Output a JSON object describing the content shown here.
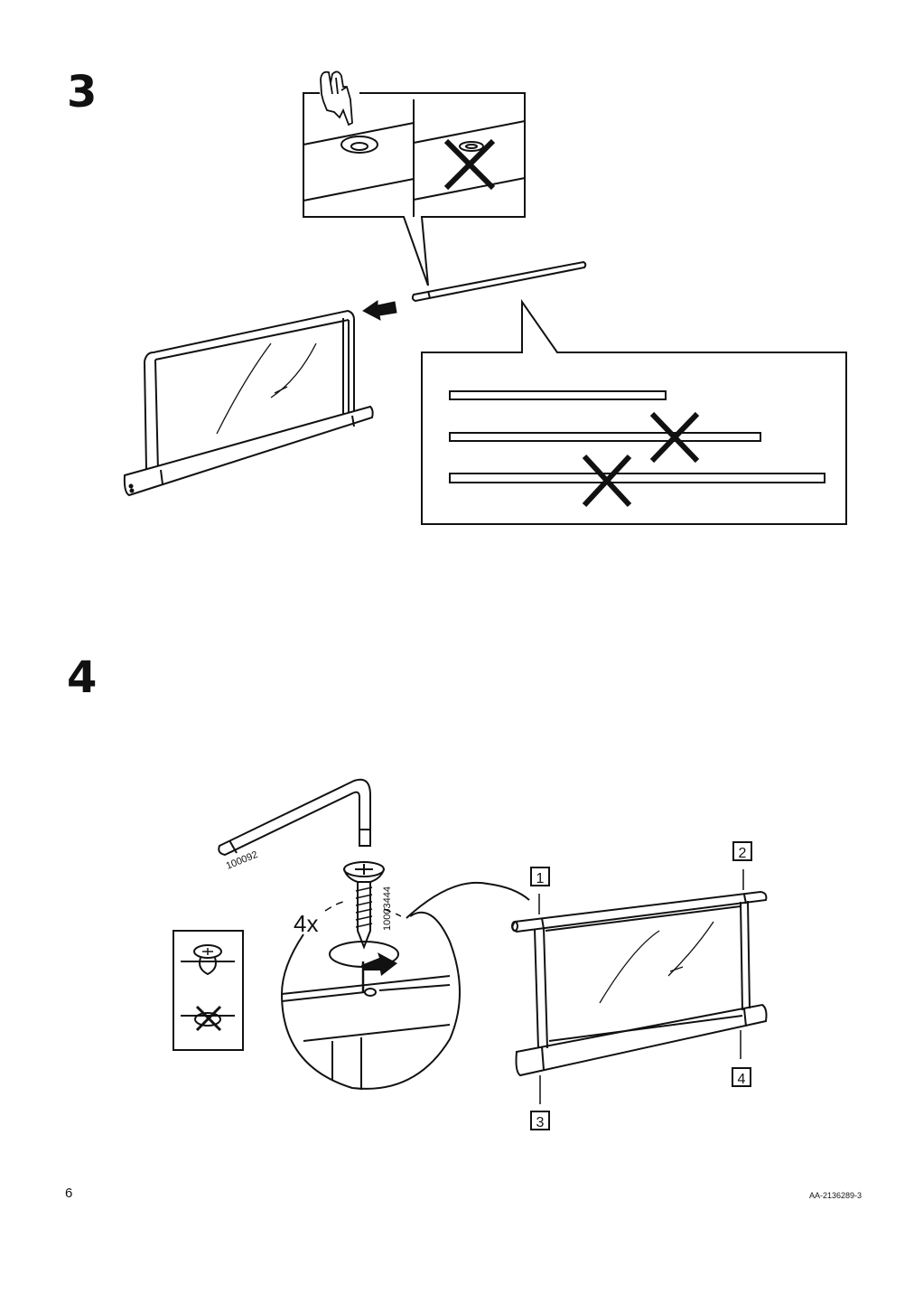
{
  "page": {
    "page_number": "6",
    "document_code": "AA-2136289-3"
  },
  "step3": {
    "number": "3"
  },
  "step4": {
    "number": "4",
    "quantity": "4x",
    "allen_key_code": "100092",
    "screw_code": "10003444",
    "position_labels": [
      "1",
      "2",
      "3",
      "4"
    ]
  },
  "icons": {
    "hand": "pointing-hand-icon",
    "wrong": "cross-mark-icon",
    "arrow": "direction-arrow-icon"
  },
  "colors": {
    "ink": "#111111",
    "paper": "#ffffff"
  }
}
